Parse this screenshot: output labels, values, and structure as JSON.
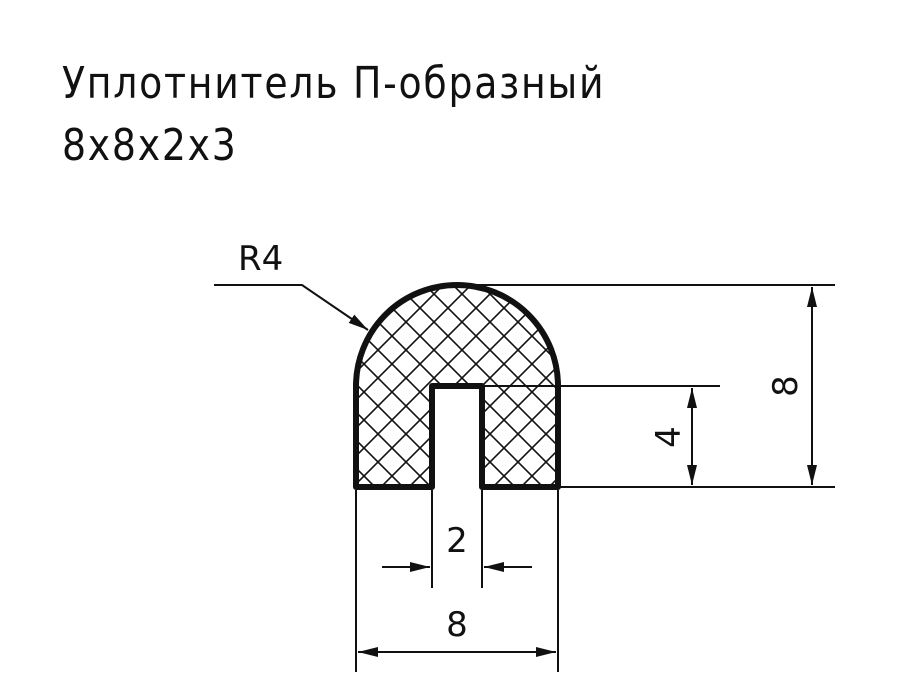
{
  "title": {
    "line1": "Уплотнитель П-образный",
    "line2": "8x8x2x3"
  },
  "profile": {
    "outer_width_mm": 8,
    "outer_height_mm": 8,
    "slot_width_mm": 2,
    "slot_depth_mm": 4,
    "top_radius_mm": 4
  },
  "dimensions": {
    "radius_label": "R4",
    "slot_depth_label": "4",
    "total_height_label": "8",
    "slot_width_label": "2",
    "total_width_label": "8"
  },
  "colors": {
    "line": "#111111",
    "background": "#ffffff"
  }
}
